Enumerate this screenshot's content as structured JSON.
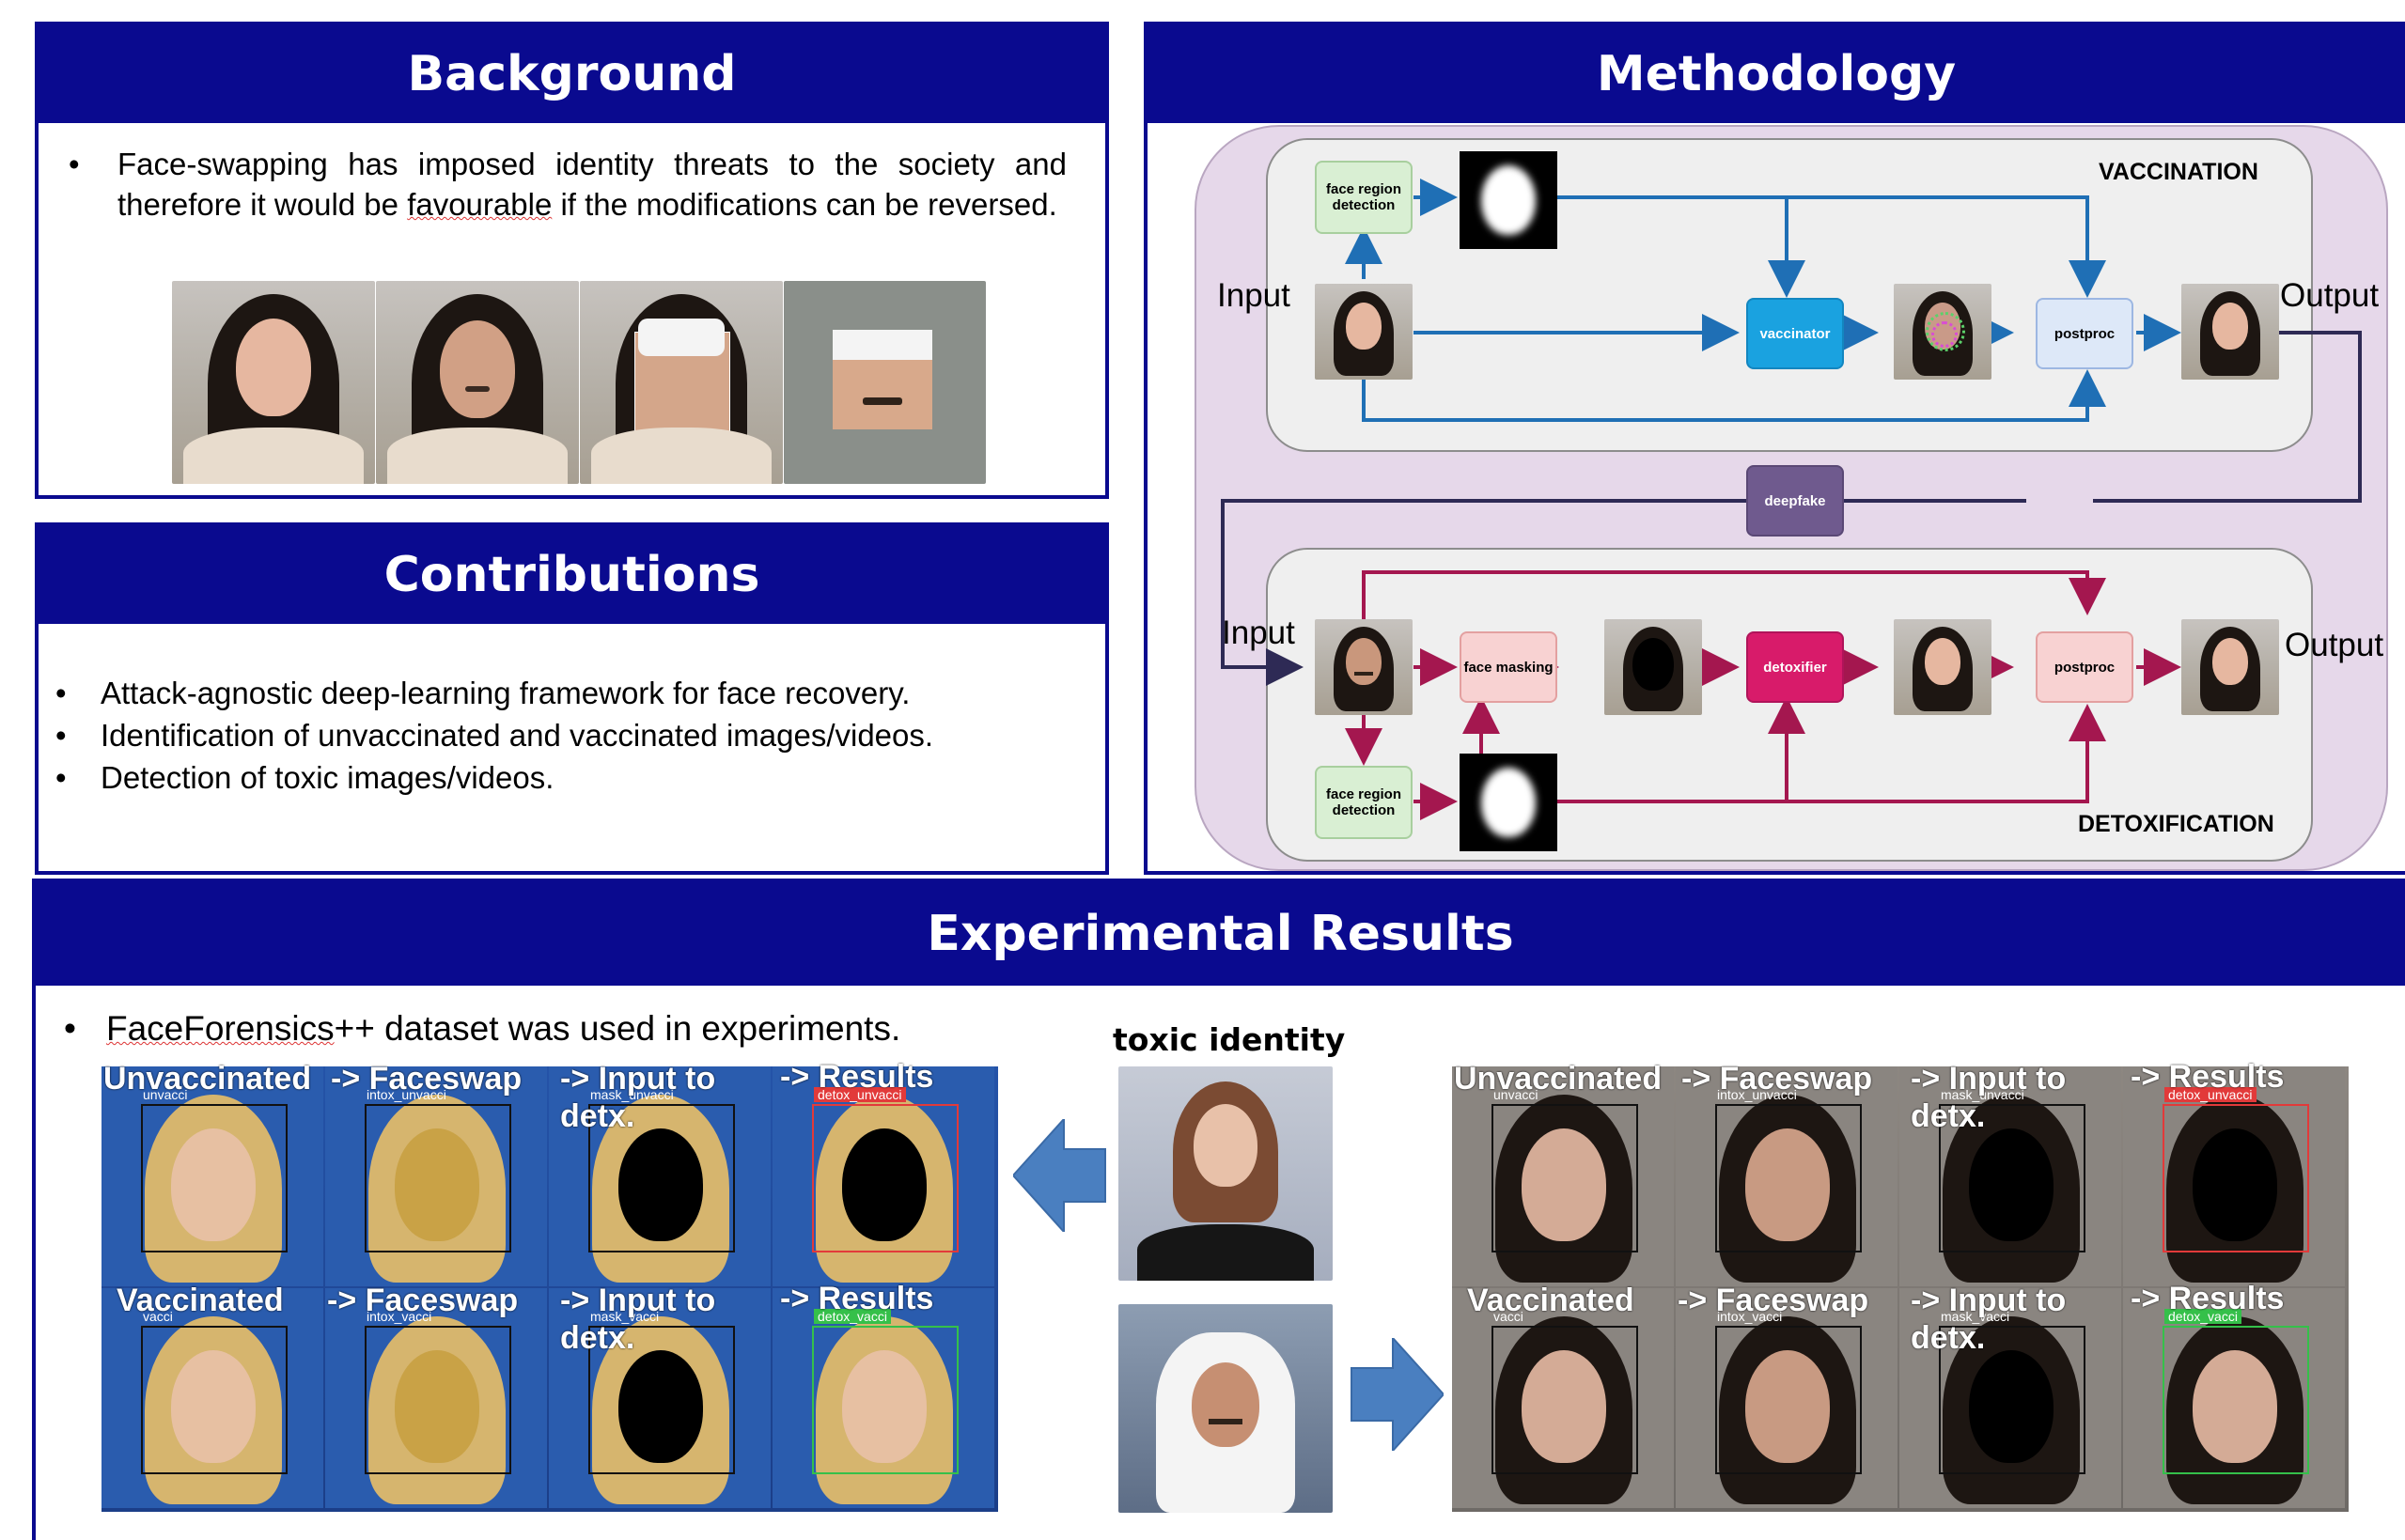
{
  "background": {
    "title": "Background",
    "text_parts": [
      "Face-swapping has imposed identity threats to the society and therefore it would be ",
      "favourable",
      " if the modifications can be reversed."
    ]
  },
  "contributions": {
    "title": "Contributions",
    "items": [
      "Attack-agnostic deep-learning framework for face recovery.",
      "Identification of unvaccinated and vaccinated images/videos.",
      "Detection of toxic images/videos."
    ]
  },
  "methodology": {
    "title": "Methodology",
    "vaccination_label": "VACCINATION",
    "detoxification_label": "DETOXIFICATION",
    "input_label": "Input",
    "output_label": "Output",
    "nodes": {
      "face_region_detection": "face region detection",
      "vaccinator": "vaccinator",
      "postproc": "postproc",
      "deepfake": "deepfake",
      "face_masking": "face masking",
      "detoxifier": "detoxifier"
    },
    "colors": {
      "vaccination_arrow": "#1f6fb5",
      "detox_arrow": "#a4174f",
      "vaccinator": "#1aa2e0",
      "detoxifier": "#d81b6a",
      "deepfake": "#6f5a8e",
      "detection": "#d9efd3",
      "postproc_vacc": "#dde8f8",
      "postproc_detox": "#f8d2d2",
      "outer_bg": "#e6d8ea"
    }
  },
  "results": {
    "title": "Experimental Results",
    "bullet_parts": [
      "FaceForensics",
      "++ dataset was used in experiments."
    ],
    "toxic_identity_label": "toxic identity",
    "row_labels": {
      "unvaccinated": "Unvaccinated",
      "vaccinated": "Vaccinated",
      "faceswap": "-> Faceswap",
      "input_detx_1": "-> Input to",
      "input_detx_2": "detx.",
      "results": "-> Results"
    },
    "small_labels": {
      "unvacci": "unvacci",
      "intox_unvacci": "intox_unvacci",
      "mask_unvacci": "mask_unvacci",
      "detox_unvacci": "detox_unvacci",
      "vacci": "vacci",
      "intox_vacci": "intox_vacci",
      "mask_vacci": "mask_vacci",
      "detox_vacci": "detox_vacci"
    }
  }
}
